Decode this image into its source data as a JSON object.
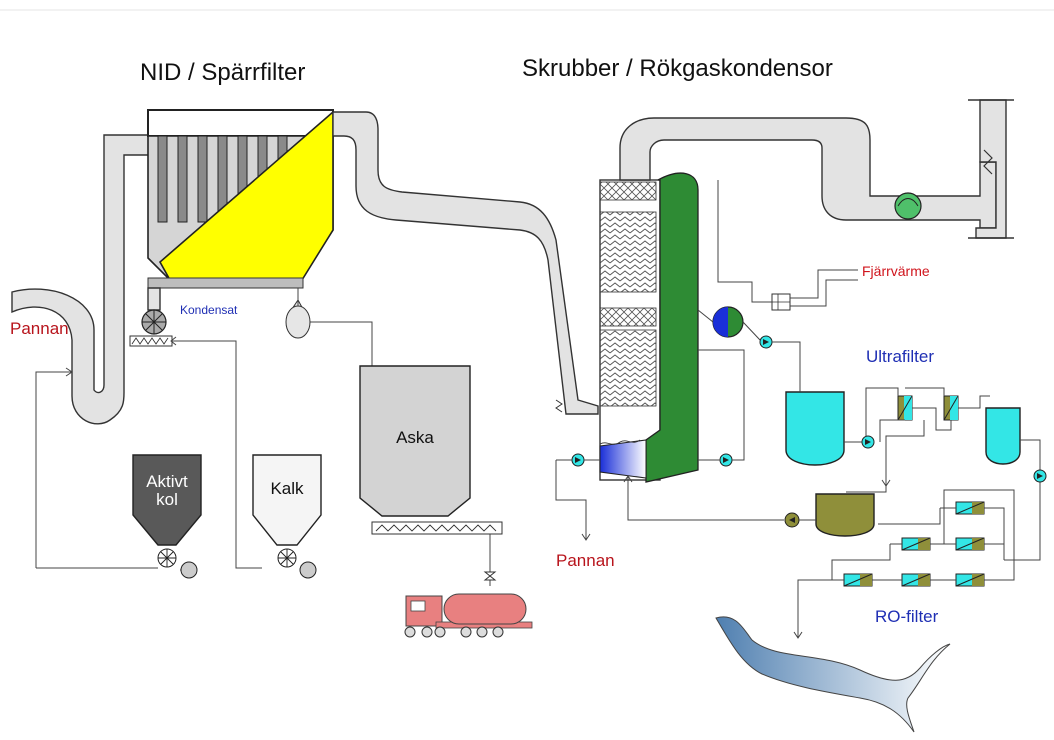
{
  "labels": {
    "nid_title": "NID / Spärrfilter",
    "scrubber_title": "Skrubber /  Rökgaskondensor",
    "pannan_left": "Pannan",
    "pannan_bottom": "Pannan",
    "kondensat": "Kondensat",
    "fjarrvarme": "Fjärrvärme",
    "ultrafilter": "Ultrafilter",
    "ro_filter": "RO-filter",
    "aska": "Aska",
    "aktivt": "Aktivt",
    "kol": "kol",
    "kalk": "Kalk"
  },
  "colors": {
    "filter_yellow": "#ffff00",
    "scrubber_green": "#2e8b34",
    "tank_cyan": "#33e6e6",
    "tank_olive": "#8f8f3a",
    "truck_pink": "#e88080",
    "river_blue": "#6f9cc8",
    "pipe_gray": "#e3e3e3",
    "red_text": "#b8141c",
    "blue_text": "#1f2fb4"
  }
}
